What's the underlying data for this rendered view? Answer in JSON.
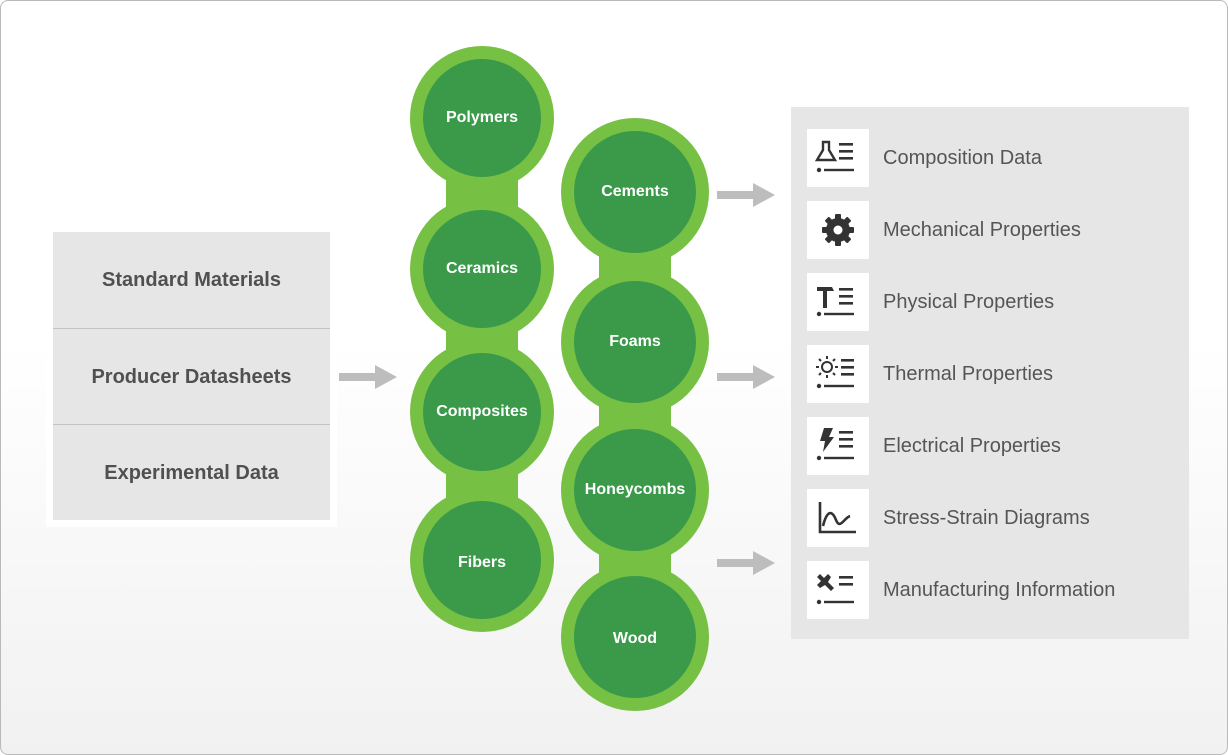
{
  "sources": {
    "items": [
      "Standard Materials",
      "Producer Datasheets",
      "Experimental Data"
    ]
  },
  "materials": {
    "column1": [
      "Polymers",
      "Ceramics",
      "Composites",
      "Fibers"
    ],
    "column2": [
      "Cements",
      "Foams",
      "Honeycombs",
      "Wood"
    ]
  },
  "properties": {
    "items": [
      {
        "label": "Composition Data",
        "icon": "flask-list-icon"
      },
      {
        "label": "Mechanical Properties",
        "icon": "gear-icon"
      },
      {
        "label": "Physical Properties",
        "icon": "hammer-list-icon"
      },
      {
        "label": "Thermal Properties",
        "icon": "sun-list-icon"
      },
      {
        "label": "Electrical Properties",
        "icon": "lightning-list-icon"
      },
      {
        "label": "Stress-Strain Diagrams",
        "icon": "curve-chart-icon"
      },
      {
        "label": "Manufacturing Information",
        "icon": "wrench-list-icon"
      }
    ]
  },
  "colors": {
    "circle_outer": "#76c043",
    "circle_inner": "#3a9a4a",
    "arrow": "#bdbdbd",
    "panel": "#e6e6e6",
    "text": "#555555"
  }
}
